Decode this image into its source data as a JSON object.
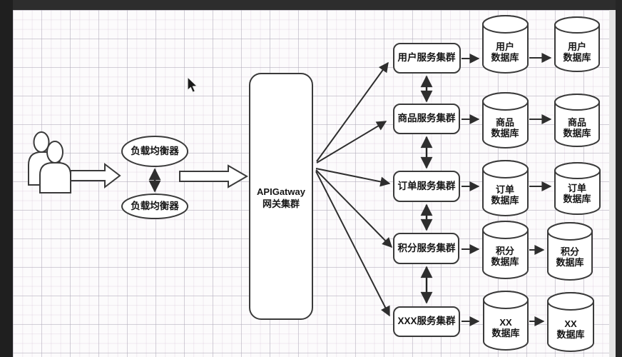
{
  "window": {
    "colors": {
      "frame_dark": "#2d2d2d",
      "canvas_bg": "#fcfbfc",
      "scrollbar_strip": "#e4e4e4",
      "shape_stroke": "#3a3a3a",
      "shape_fill": "#ffffff"
    }
  },
  "diagram": {
    "load_balancers": [
      {
        "label": "负载均衡器"
      },
      {
        "label": "负载均衡器"
      }
    ],
    "gateway": {
      "line1": "APIGatway",
      "line2": "网关集群"
    },
    "services": [
      {
        "label": "用户服务集群"
      },
      {
        "label": "商品服务集群"
      },
      {
        "label": "订单服务集群"
      },
      {
        "label": "积分服务集群"
      },
      {
        "label": "XXX服务集群"
      }
    ],
    "database_rows": [
      {
        "primary": {
          "line1": "用户",
          "line2": "数据库"
        },
        "replica": {
          "line1": "用户",
          "line2": "数据库"
        }
      },
      {
        "primary": {
          "line1": "商品",
          "line2": "数据库"
        },
        "replica": {
          "line1": "商品",
          "line2": "数据库"
        }
      },
      {
        "primary": {
          "line1": "订单",
          "line2": "数据库"
        },
        "replica": {
          "line1": "订单",
          "line2": "数据库"
        }
      },
      {
        "primary": {
          "line1": "积分",
          "line2": "数据库"
        },
        "replica": {
          "line1": "积分",
          "line2": "数据库"
        }
      },
      {
        "primary": {
          "line1": "XX",
          "line2": "数据库"
        },
        "replica": {
          "line1": "XX",
          "line2": "数据库"
        }
      }
    ]
  }
}
